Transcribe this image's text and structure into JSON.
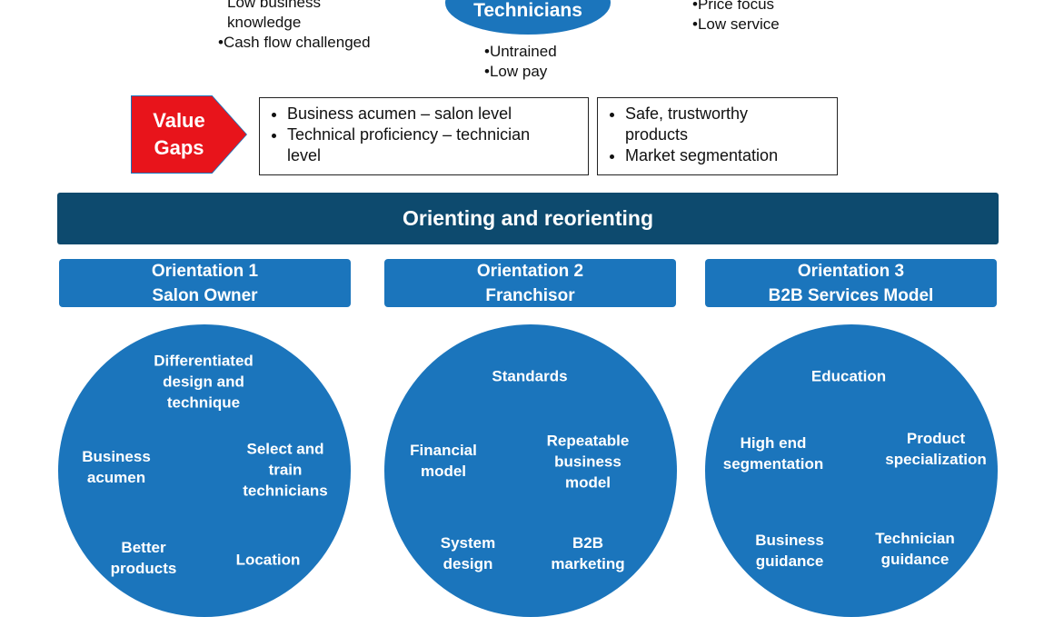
{
  "top": {
    "left_bullets": [
      "Low business",
      "knowledge",
      "Cash flow challenged"
    ],
    "center_title": "Technicians",
    "center_bullets": [
      "Untrained",
      "Low pay"
    ],
    "right_bullets": [
      "Price focus",
      "Low service"
    ]
  },
  "value_gaps": {
    "label_line1": "Value",
    "label_line2": "Gaps",
    "box1": [
      "Business acumen – salon level",
      "Technical proficiency – technician\nlevel"
    ],
    "box2": [
      "Safe, trustworthy\nproducts",
      "Market segmentation"
    ]
  },
  "banner": "Orienting and reorienting",
  "orientations": [
    {
      "line1": "Orientation 1",
      "line2": "Salon Owner",
      "items": [
        "Differentiated\ndesign and\ntechnique",
        "Business\nacumen",
        "Select and\ntrain\ntechnicians",
        "Better\nproducts",
        "Location"
      ]
    },
    {
      "line1": "Orientation 2",
      "line2": "Franchisor",
      "items": [
        "Standards",
        "Financial\nmodel",
        "Repeatable\nbusiness\nmodel",
        "System\ndesign",
        "B2B\nmarketing"
      ]
    },
    {
      "line1": "Orientation 3",
      "line2": "B2B Services Model",
      "items": [
        "Education",
        "High end\nsegmentation",
        "Product\nspecialization",
        "Business\nguidance",
        "Technician\nguidance"
      ]
    }
  ],
  "colors": {
    "primary_blue": "#1b75bc",
    "banner_navy": "#0d4a6e",
    "gap_red": "#e8141b"
  }
}
